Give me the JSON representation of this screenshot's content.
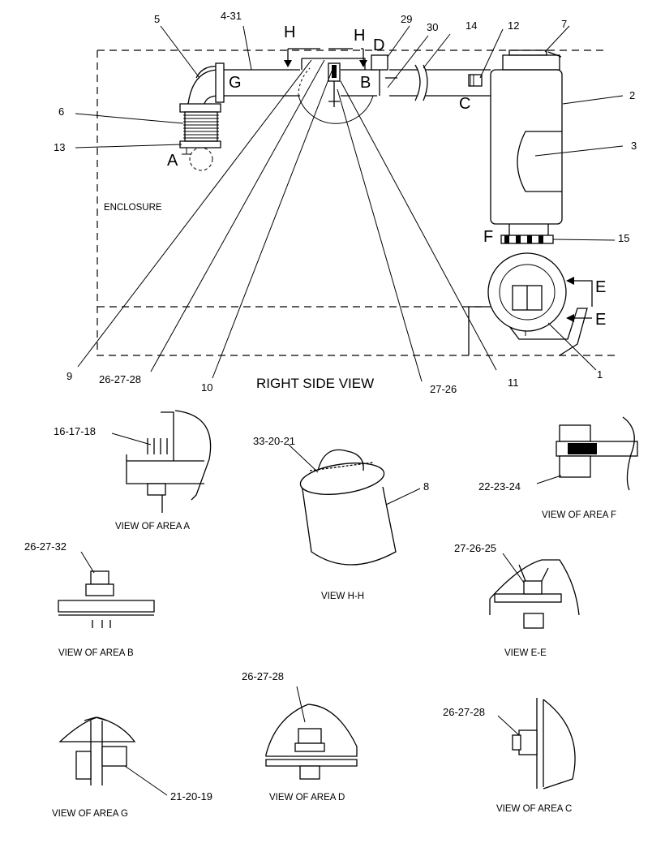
{
  "main_view": {
    "title": "RIGHT SIDE VIEW",
    "enclosure_label": "ENCLOSURE",
    "callouts": [
      "5",
      "4-31",
      "29",
      "30",
      "14",
      "12",
      "7",
      "2",
      "3",
      "15",
      "1",
      "11",
      "27-26",
      "10",
      "26-27-28",
      "9",
      "13",
      "6"
    ],
    "letters": [
      "H",
      "H",
      "D",
      "B",
      "C",
      "G",
      "A",
      "F",
      "E",
      "E"
    ]
  },
  "details": [
    {
      "caption": "VIEW OF AREA  A",
      "callout": "16-17-18"
    },
    {
      "caption": "VIEW  H-H",
      "callouts": [
        "33-20-21",
        "8"
      ]
    },
    {
      "caption": "VIEW OF AREA  F",
      "callout": "22-23-24"
    },
    {
      "caption": "VIEW OF AREA  B",
      "callout": "26-27-32"
    },
    {
      "caption": "VIEW  E-E",
      "callout": "27-26-25"
    },
    {
      "caption": "VIEW OF AREA  G",
      "callout": "21-20-19"
    },
    {
      "caption": "VIEW OF AREA  D",
      "callout": "26-27-28"
    },
    {
      "caption": "VIEW OF AREA  C",
      "callout": "26-27-28"
    }
  ]
}
